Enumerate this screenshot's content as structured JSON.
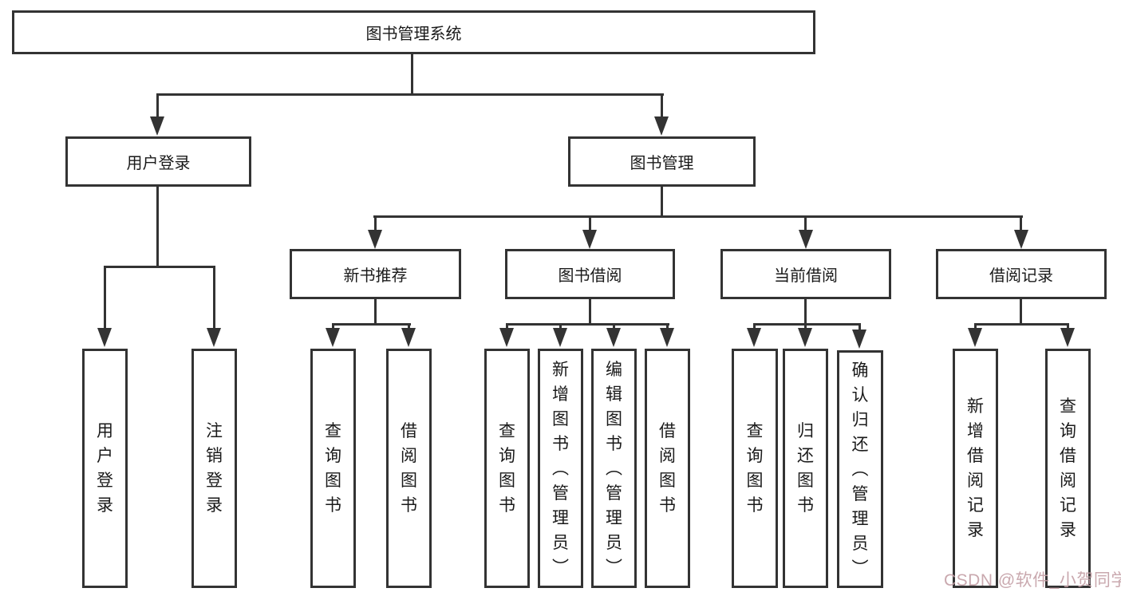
{
  "diagram": {
    "type": "tree-structure-chart",
    "colors": {
      "background": "#ffffff",
      "line": "#333333",
      "box_border": "#333333",
      "box_fill": "#ffffff",
      "text": "#1a1a1a",
      "watermark": "#c49fa6"
    },
    "tree": {
      "label": "图书管理系统",
      "children": [
        {
          "label": "用户登录",
          "children": [
            {
              "label": "用户登录"
            },
            {
              "label": "注销登录"
            }
          ]
        },
        {
          "label": "图书管理",
          "children": [
            {
              "label": "新书推荐",
              "children": [
                {
                  "label": "查询图书"
                },
                {
                  "label": "借阅图书"
                }
              ]
            },
            {
              "label": "图书借阅",
              "children": [
                {
                  "label": "查询图书"
                },
                {
                  "label": "新增图书（管理员）"
                },
                {
                  "label": "编辑图书（管理员）"
                },
                {
                  "label": "借阅图书"
                }
              ]
            },
            {
              "label": "当前借阅",
              "children": [
                {
                  "label": "查询图书"
                },
                {
                  "label": "归还图书"
                },
                {
                  "label": "确认归还（管理员）"
                }
              ]
            },
            {
              "label": "借阅记录",
              "children": [
                {
                  "label": "新增借阅记录"
                },
                {
                  "label": "查询借阅记录"
                }
              ]
            }
          ]
        }
      ]
    },
    "watermark": {
      "text": "CSDN @软件_小贺同学"
    }
  }
}
